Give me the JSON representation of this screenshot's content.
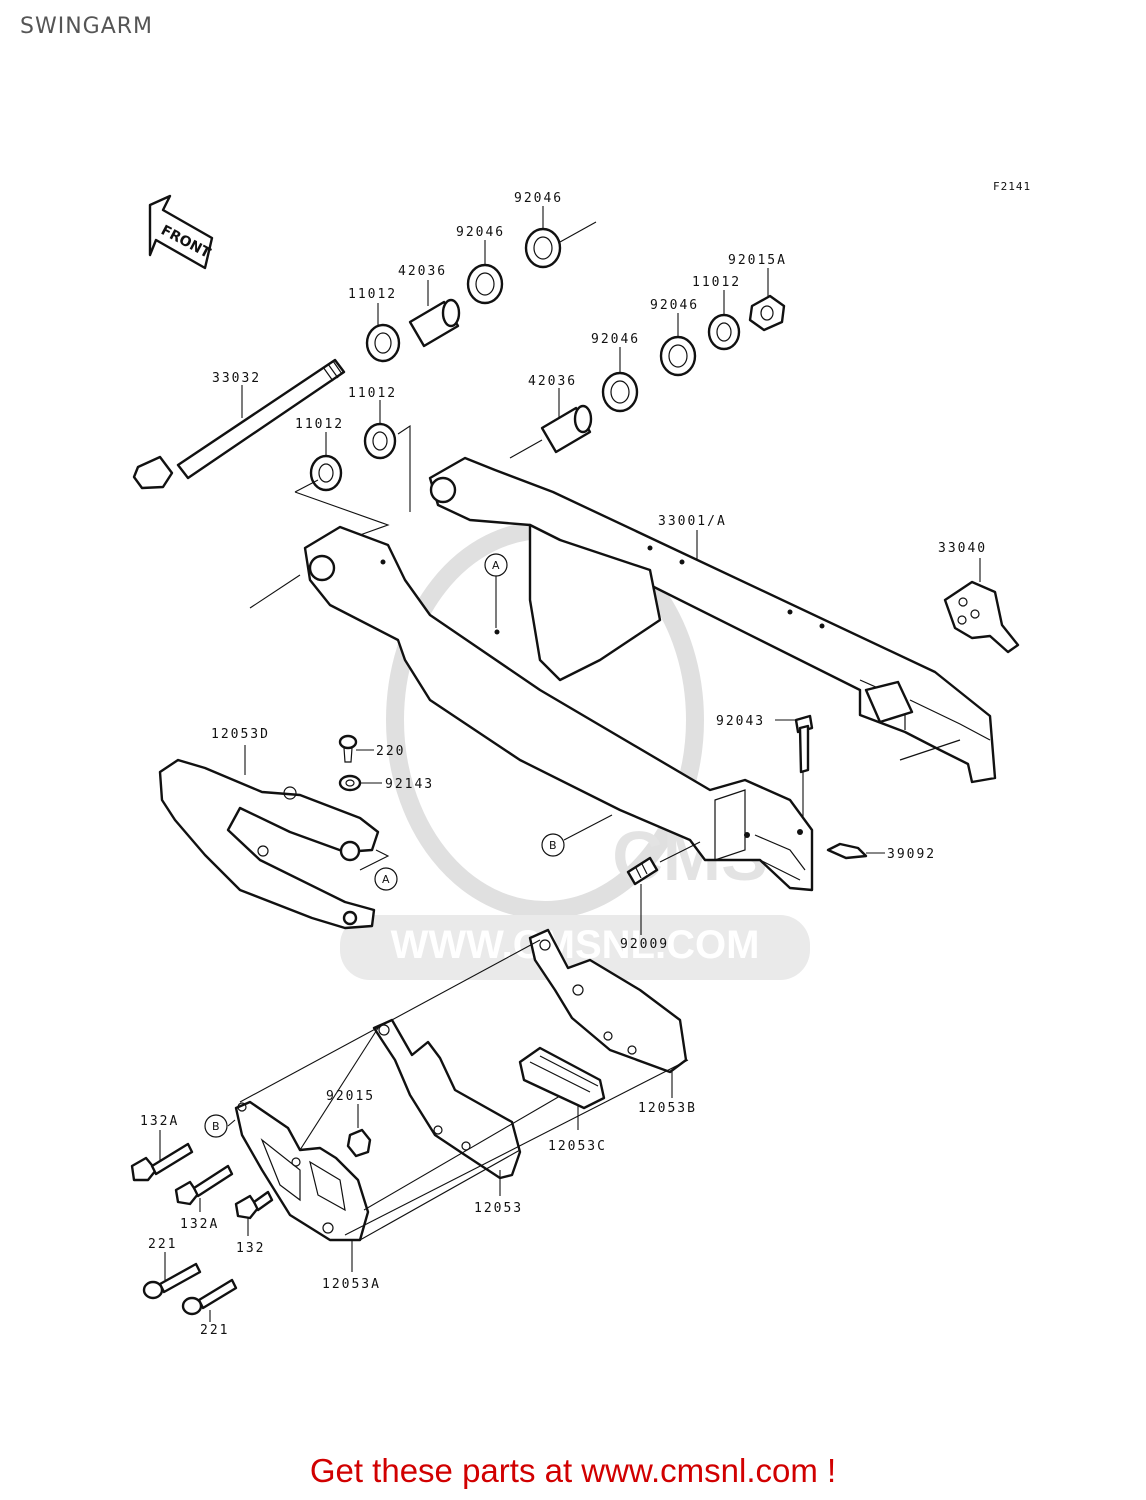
{
  "page": {
    "title": "SWINGARM",
    "figure_code": "F2141",
    "front_arrow_label": "FRONT",
    "footer": "Get these parts at www.cmsnl.com !"
  },
  "watermark": {
    "logo_text": "CMS",
    "url_text": "WWW.CMSNL.COM"
  },
  "callouts": {
    "a": "A",
    "b": "B"
  },
  "parts": {
    "p92046_a": "92046",
    "p92046_b": "92046",
    "p42036_a": "42036",
    "p11012_a": "11012",
    "p92015a": "92015A",
    "p11012_b": "11012",
    "p92046_c": "92046",
    "p92046_d": "92046",
    "p33032": "33032",
    "p11012_c": "11012",
    "p42036_b": "42036",
    "p11012_d": "11012",
    "p33001a": "33001/A",
    "p33040": "33040",
    "p92043": "92043",
    "p12053d": "12053D",
    "p220": "220",
    "p92143": "92143",
    "p39092": "39092",
    "p92009": "92009",
    "p132a_a": "132A",
    "p92015": "92015",
    "p12053b": "12053B",
    "p12053c": "12053C",
    "p132a_b": "132A",
    "p132": "132",
    "p12053": "12053",
    "p221_a": "221",
    "p12053a": "12053A",
    "p221_b": "221"
  }
}
